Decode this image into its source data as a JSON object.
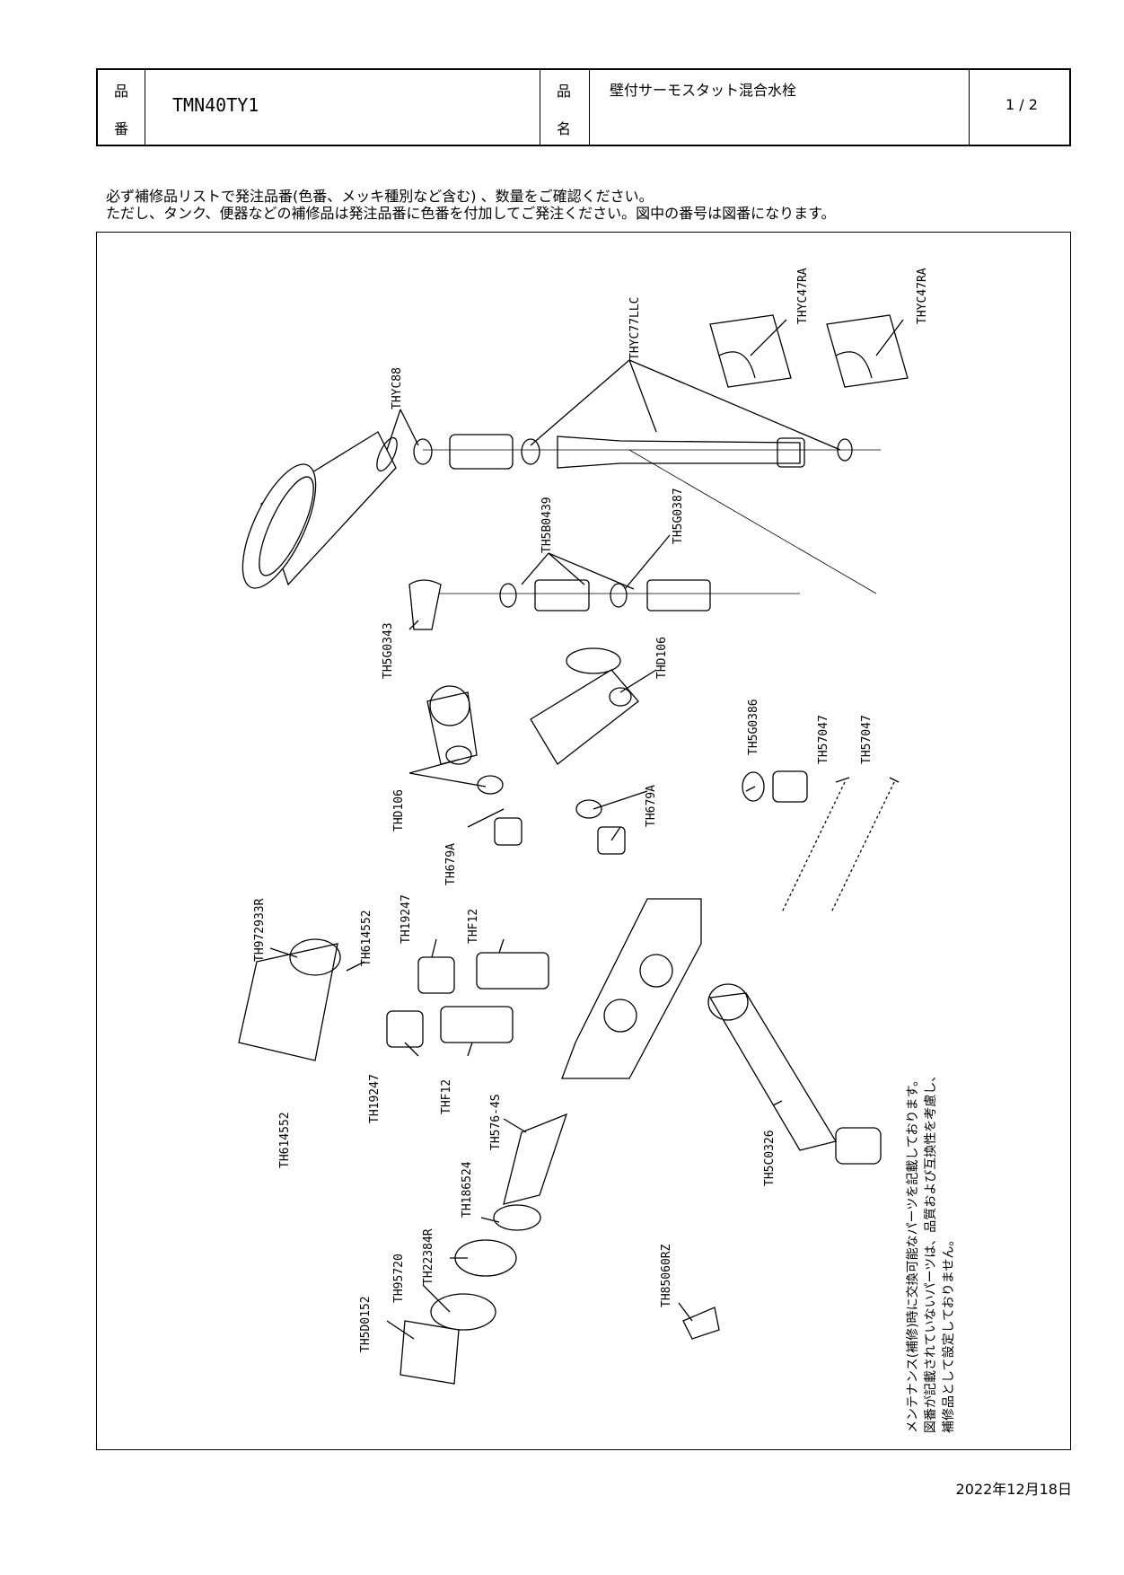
{
  "header": {
    "hinban_label_1": "品",
    "hinban_label_2": "番",
    "hinban_value": "TMN40TY1",
    "hinmei_label_1": "品",
    "hinmei_label_2": "名",
    "hinmei_value": "壁付サーモスタット混合水栓",
    "page": "1 / 2"
  },
  "notes": [
    "必ず補修品リストで発注品番(色番、メッキ種別など含む) 、数量をご確認ください。",
    "ただし、タンク、便器などの補修品は発注品番に色番を付加してご発注ください。図中の番号は図番になります。"
  ],
  "parts": {
    "thyc47ra_a": "THYC47RA",
    "thyc47ra_b": "THYC47RA",
    "thyc77llc": "THYC77LLC",
    "thyc88": "THYC88",
    "th5b0439": "TH5B0439",
    "th5g0387": "TH5G0387",
    "th5g0343": "TH5G0343",
    "thd106_a": "THD106",
    "thd106_b": "THD106",
    "th679a_a": "TH679A",
    "th679a_b": "TH679A",
    "th5g0386": "TH5G0386",
    "th57047_a": "TH57047",
    "th57047_b": "TH57047",
    "th972933r": "TH972933R",
    "th614552_a": "TH614552",
    "th614552_b": "TH614552",
    "th19247_a": "TH19247",
    "th19247_b": "TH19247",
    "thf12_a": "THF12",
    "thf12_b": "THF12",
    "th576_4s": "TH576-4S",
    "th5c0326": "TH5C0326",
    "th186524": "TH186524",
    "th22384r": "TH22384R",
    "th95720": "TH95720",
    "th5d0152": "TH5D0152",
    "th85060rz": "TH85060RZ"
  },
  "maintenance_note": [
    "メンテナンス(補修)時に交換可能なパーツを記載しております。",
    "図番が記載されていないパーツは、品質および互換性を考慮し、",
    "補修品として設定しておりません。"
  ],
  "date": "2022年12月18日"
}
